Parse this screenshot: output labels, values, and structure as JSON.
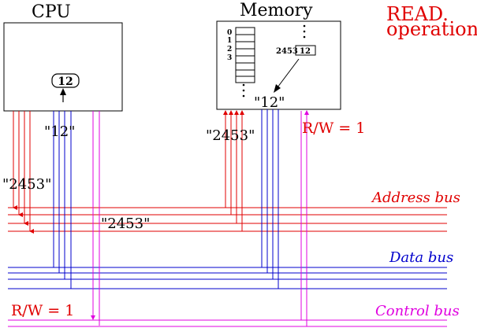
{
  "title": {
    "line1": "READ.",
    "line2": "operation"
  },
  "cpu": {
    "label": "CPU",
    "register_value": "12",
    "data_received": "\"12\"",
    "address_sent": "\"2453\"",
    "rw_signal": "R/W = 1"
  },
  "memory": {
    "label": "Memory",
    "row_labels": [
      "0",
      "1",
      "2",
      "3"
    ],
    "address": "2453",
    "cell_value": "12",
    "data_out": "\"12\"",
    "address_received": "\"2453\"",
    "rw_signal": "R/W = 1"
  },
  "buses": {
    "address_bus": {
      "label": "Address bus",
      "value_on_bus": "\"2453\""
    },
    "data_bus": {
      "label": "Data bus"
    },
    "control_bus": {
      "label": "Control bus"
    }
  },
  "colors": {
    "address": "#e00000",
    "data": "#0000cc",
    "control": "#e000e0",
    "ink": "#000000"
  }
}
